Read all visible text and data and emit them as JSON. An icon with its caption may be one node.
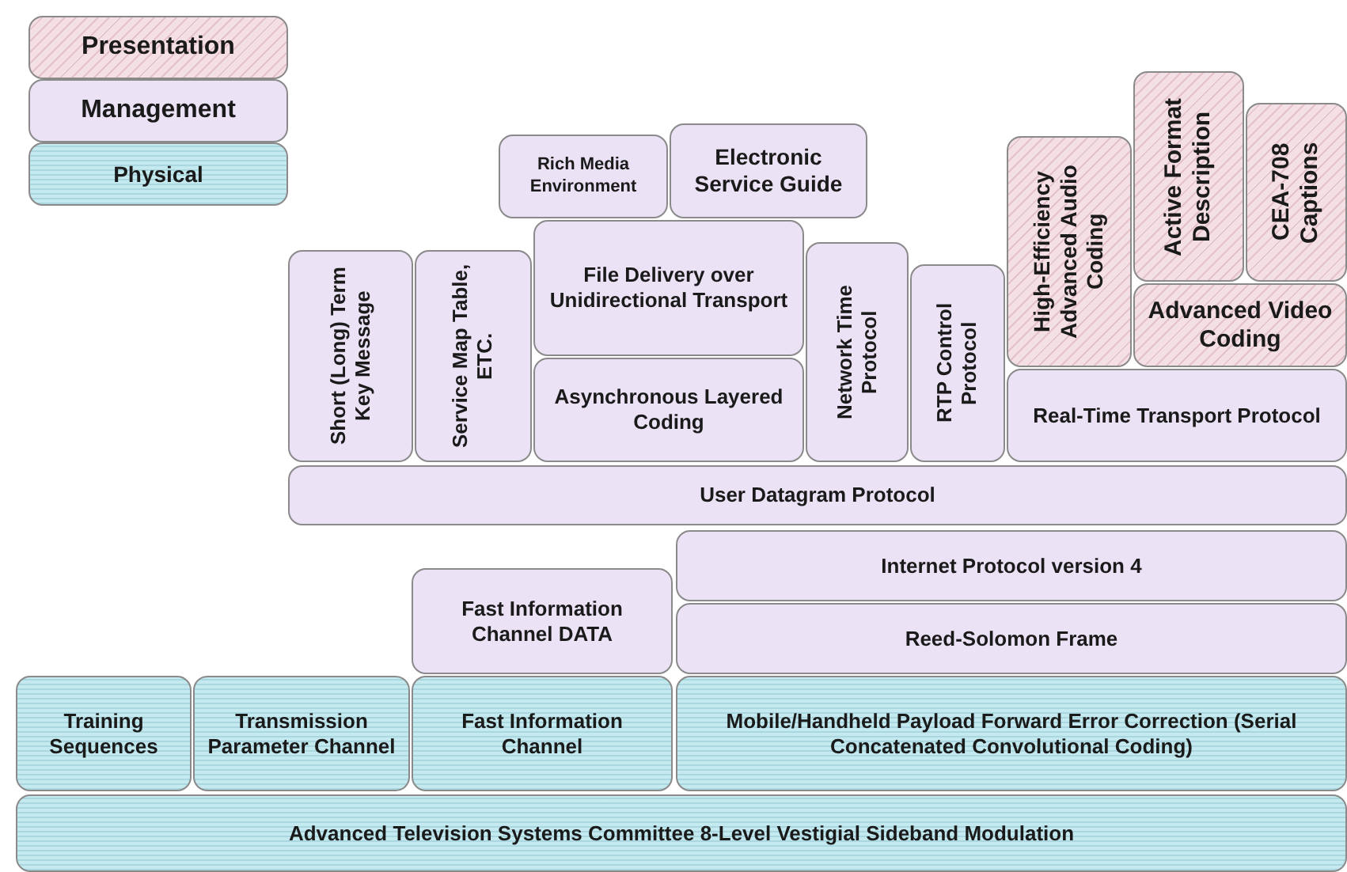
{
  "diagram": {
    "nodes": [
      {
        "text": [
          "Rich Media Environment"
        ]
      },
      {
        "text": [
          "Electronic Service Guide"
        ]
      },
      {
        "text": [
          "File Delivery over Unidirectional Transport"
        ]
      },
      {
        "text": [
          "Asynchronous Layered Coding"
        ]
      },
      {
        "text": [
          "Short (Long) Term Key Message"
        ]
      },
      {
        "text": [
          "Service Map Table, ETC."
        ]
      },
      {
        "text": [
          "Network Time Protocol"
        ]
      },
      {
        "text": [
          "RTP Control Protocol"
        ]
      },
      {
        "text": [
          "High-Efficiency Advanced Audio Coding"
        ]
      },
      {
        "text": [
          "Active Format Description"
        ]
      },
      {
        "text": [
          "CEA-708 Captions"
        ]
      },
      {
        "text": [
          "Advanced Video Coding"
        ]
      },
      {
        "text": [
          "Real-Time Transport Protocol"
        ]
      },
      {
        "text": [
          "User Datagram Protocol"
        ]
      },
      {
        "text": [
          "Internet Protocol version 4"
        ]
      },
      {
        "text": [
          "Fast Information Channel DATA"
        ]
      },
      {
        "text": [
          "Reed-Solomon  Frame"
        ]
      },
      {
        "text": [
          "Training Sequences"
        ]
      },
      {
        "text": [
          "Transmission Parameter Channel"
        ]
      },
      {
        "text": [
          "Fast Information Channel"
        ]
      },
      {
        "text": [
          "Mobile/Handheld Payload Forward Error Correction (Serial Concatenated Convolutional Coding)"
        ]
      },
      {
        "text": [
          "Advanced Television Systems Committee 8-Level Vestigial Sideband Modulation"
        ]
      }
    ],
    "legend": [
      {
        "text": "Presentation",
        "color": "#f3dfe4"
      },
      {
        "text": "Management",
        "color": "#ece2f6"
      },
      {
        "text": "Physical",
        "color": "#c4e9ef"
      }
    ]
  }
}
